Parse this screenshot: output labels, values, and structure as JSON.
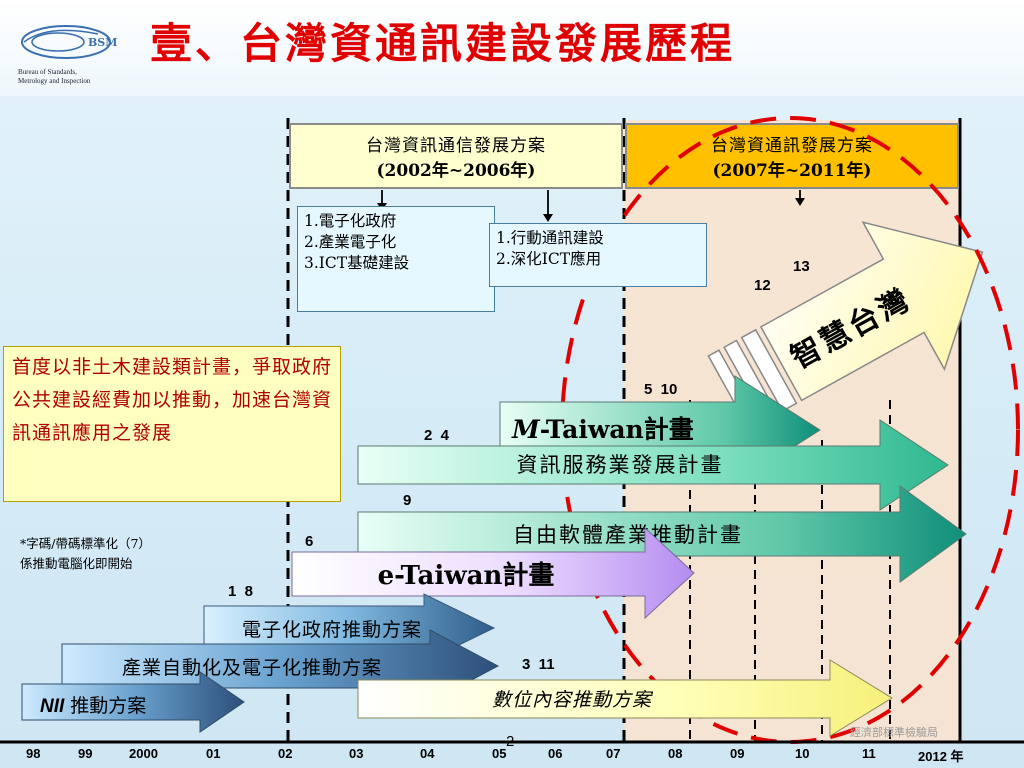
{
  "logo": {
    "mark": "BSMI",
    "line1": "Bureau of Standards,",
    "line2": "Metrology and Inspection"
  },
  "title": "壹、台灣資通訊建設發展歷程",
  "periods": {
    "first": {
      "line1": "台灣資訊通信發展方案",
      "line2": "(2002年~2006年)"
    },
    "second": {
      "line1": "台灣資通訊發展方案",
      "line2": "(2007年~2011年)"
    }
  },
  "list_first": [
    "1.電子化政府",
    "2.產業電子化",
    "3.ICT基礎建設"
  ],
  "list_second": [
    "1.行動通訊建設",
    "2.深化ICT應用"
  ],
  "note_main": "首度以非土木建設類計畫，爭取政府公共建設經費加以推動，加速台灣資訊通訊應用之發展",
  "note_small": {
    "line1": "*字碼/帶碼標準化（7）",
    "line2": "係推動電腦化即開始"
  },
  "programs": {
    "smart_taiwan": "智慧台灣",
    "m_taiwan_m": "M",
    "m_taiwan_rest": "-Taiwan計畫",
    "info_service": "資訊服務業發展計畫",
    "free_software": "自由軟體產業推動計畫",
    "e_taiwan": "e-Taiwan計畫",
    "egov": "電子化政府推動方案",
    "industry_auto": "產業自動化及電子化推動方案",
    "nii_prefix": "NII",
    "nii_rest": "推動方案",
    "digital_content": "數位內容推動方案"
  },
  "numbers": {
    "n12": "12",
    "n13": "13",
    "n5_10": "5  10",
    "n2_4": "2  4",
    "n9": "9",
    "n6": "6",
    "n1_8": "1  8",
    "n3_11": "3  11",
    "n2": "2"
  },
  "timeline": {
    "years": [
      "98",
      "99",
      "2000",
      "01",
      "02",
      "03",
      "04",
      "05",
      "06",
      "07",
      "08",
      "09",
      "10",
      "11",
      "2012 年"
    ]
  },
  "watermark": "經濟部標準檢驗局",
  "colors": {
    "title": "#e00000",
    "period1_fill": "#ffffd0",
    "period2_fill": "#ffc000",
    "dashed_circle": "#e00000"
  }
}
